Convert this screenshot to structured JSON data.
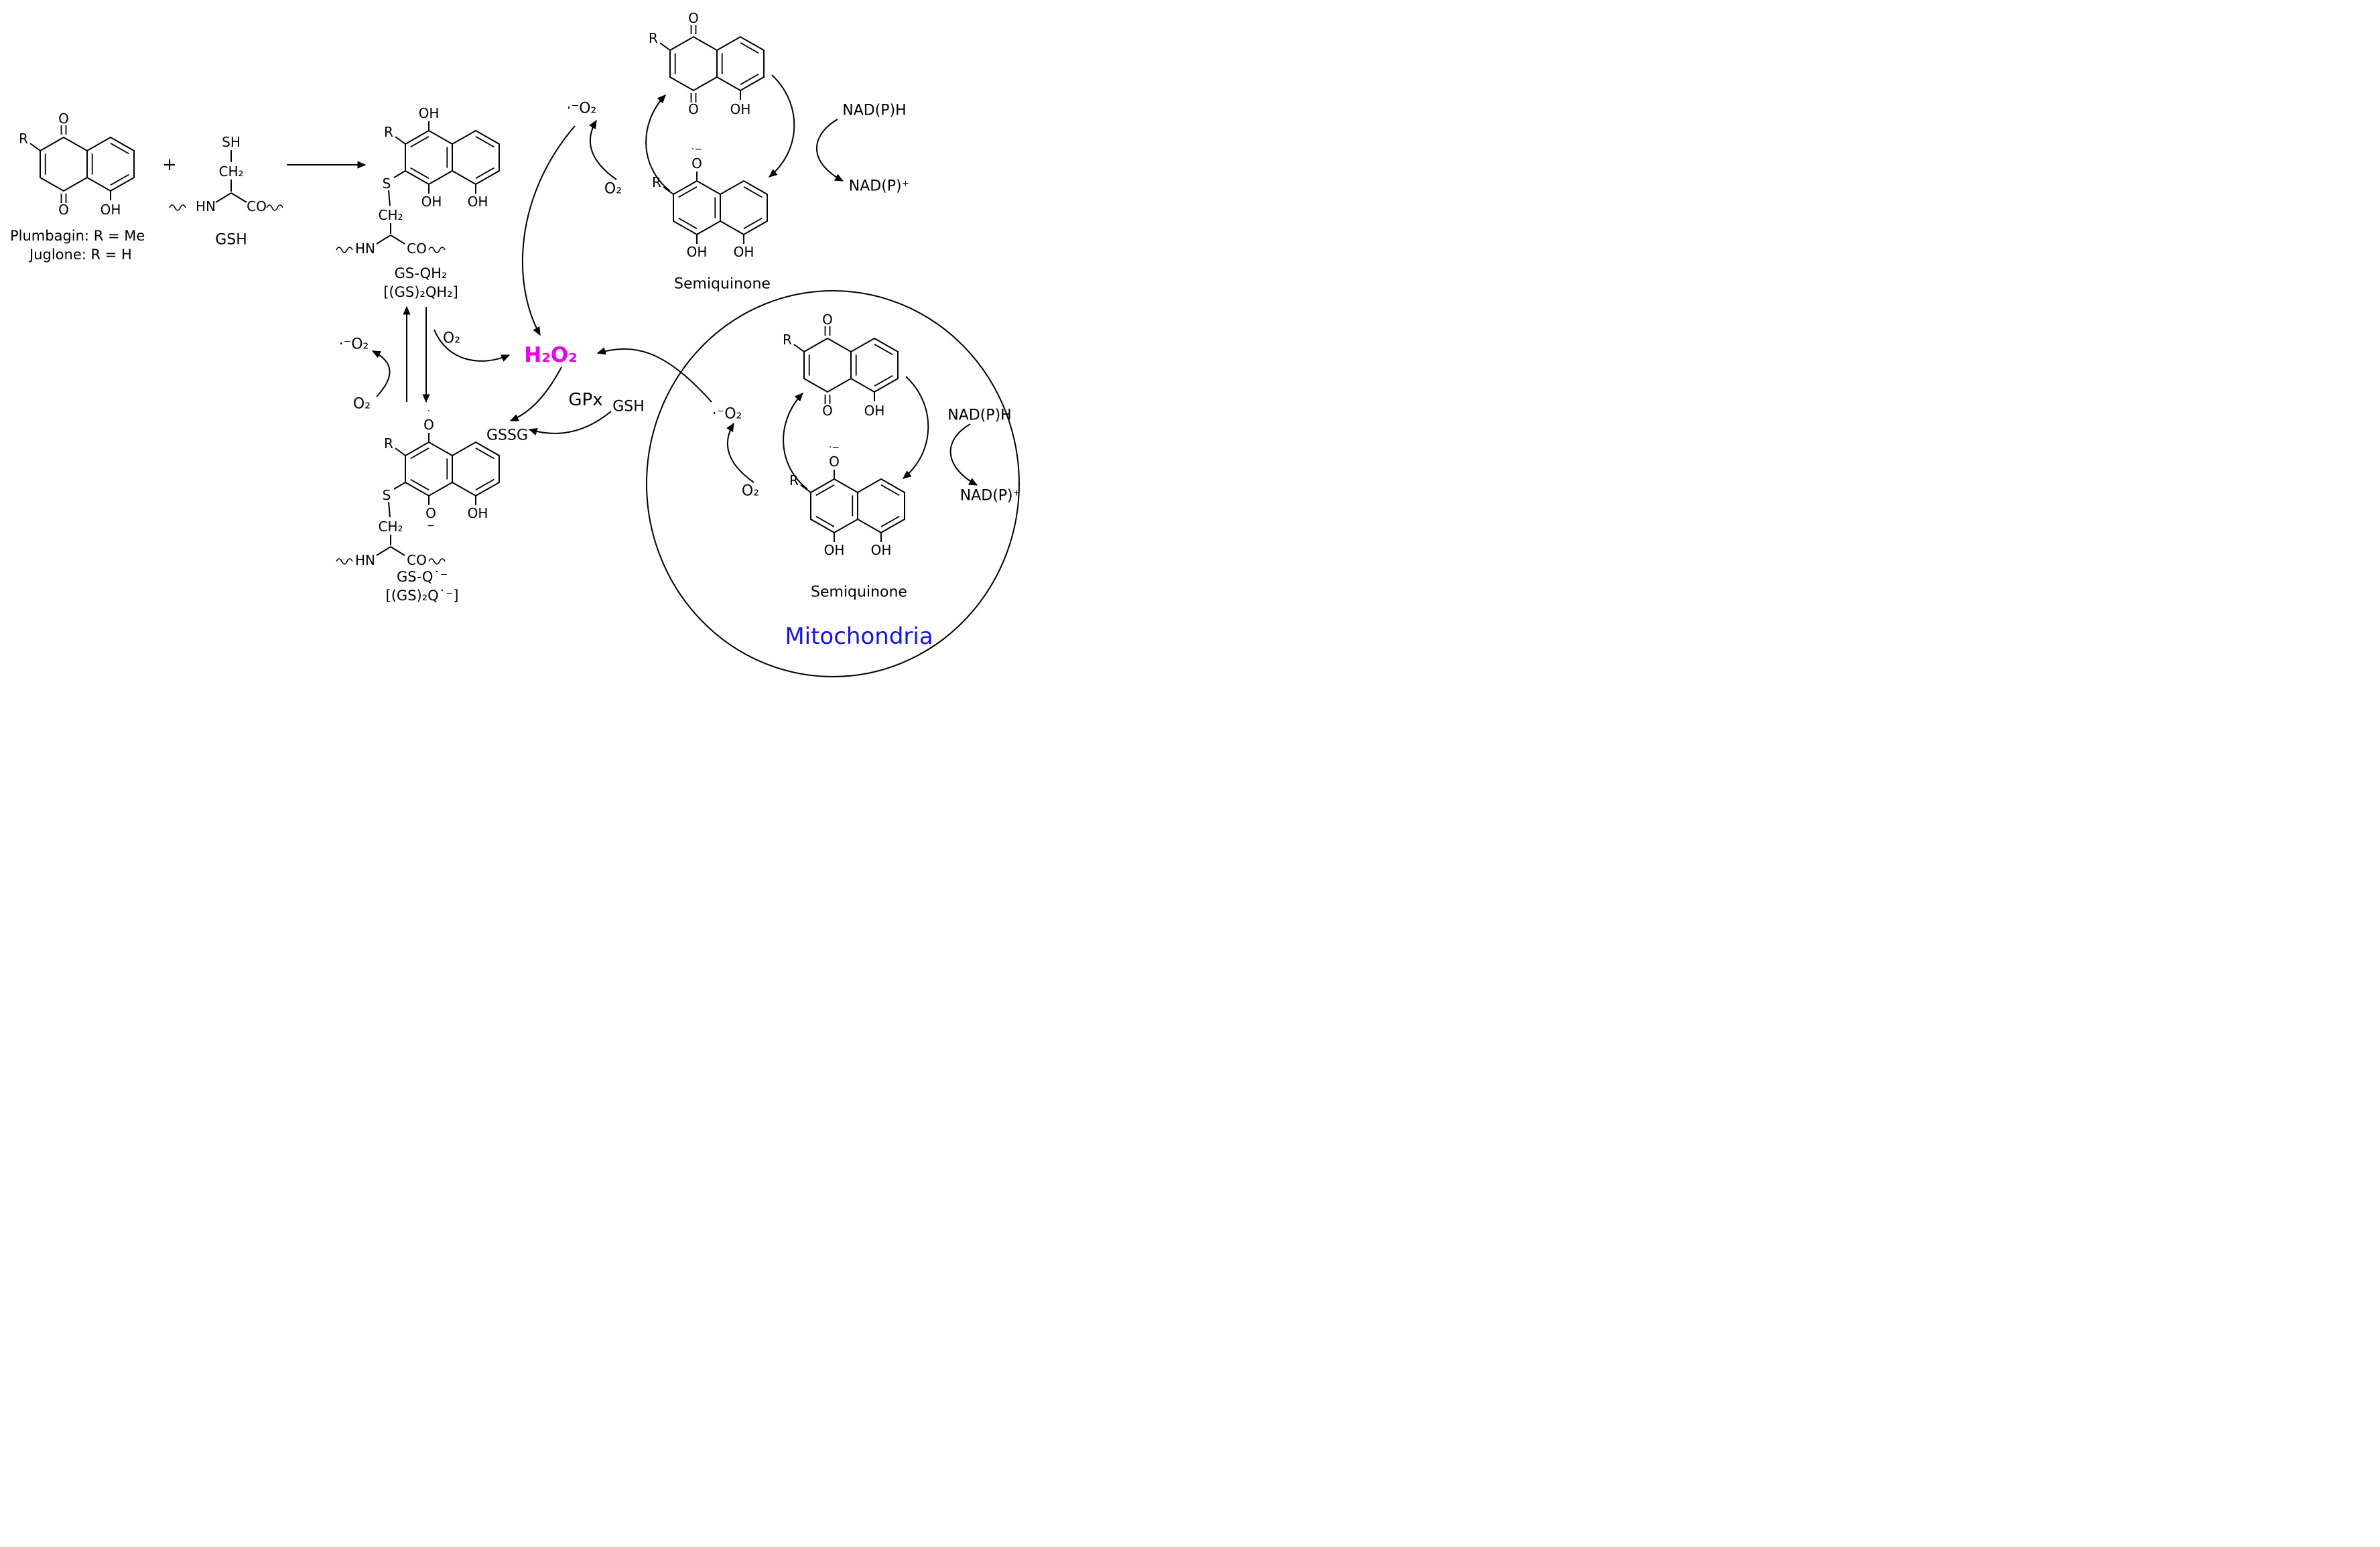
{
  "labels": {
    "plumbagin": "Plumbagin:  R = Me",
    "juglone": "Juglone:  R = H",
    "plus": "+",
    "gsh_name": "GSH",
    "gs_qh2": "GS-QH₂",
    "gs_qh2_alt": "[(GS)₂QH₂]",
    "gs_q": "GS-Q˙⁻",
    "gs_q_alt": "[(GS)₂Q˙⁻]",
    "semiquinone": "Semiquinone",
    "mitochondria": "Mitochondria"
  },
  "atoms": {
    "O": "O",
    "OH": "OH",
    "R": "R",
    "S": "S",
    "SH": "SH",
    "CH2": "CH₂",
    "HN": "HN",
    "CO": "CO"
  },
  "marks": {
    "radical": "·",
    "radical_anion": "·−",
    "minus": "−"
  },
  "species": {
    "superoxide": "·⁻O₂",
    "o2": "O₂",
    "h2o2": "H₂O₂",
    "nadph": "NAD(P)H",
    "nadp_plus": "NAD(P)⁺",
    "gsh": "GSH",
    "gssg": "GSSG",
    "gpx": "GPx"
  },
  "colors": {
    "h2o2": "#ee00ee",
    "mitochondria": "#1515e0",
    "ink": "#000000"
  }
}
